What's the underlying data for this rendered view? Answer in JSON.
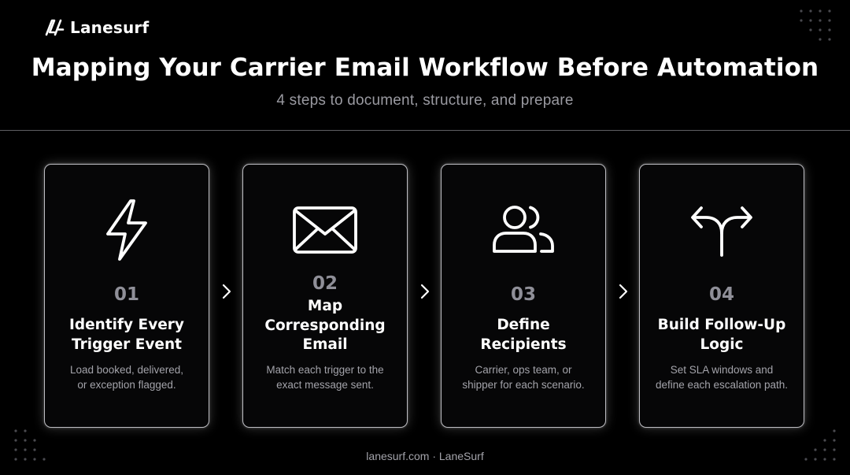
{
  "brand": {
    "name": "Lanesurf",
    "logo_icon": "lanesurf-logo-icon"
  },
  "header": {
    "title": "Mapping Your Carrier Email Workflow Before Automation",
    "subtitle": "4 steps to document, structure, and prepare"
  },
  "steps": [
    {
      "number": "01",
      "title": "Identify Every\nTrigger Event",
      "description": "Load booked, delivered,\nor exception flagged.",
      "icon": "lightning-bolt-icon"
    },
    {
      "number": "02",
      "title": "Map\nCorresponding\nEmail",
      "description": "Match each trigger to the\nexact message sent.",
      "icon": "envelope-icon"
    },
    {
      "number": "03",
      "title": "Define\nRecipients",
      "description": "Carrier, ops team, or\nshipper for each scenario.",
      "icon": "users-icon"
    },
    {
      "number": "04",
      "title": "Build Follow-Up\nLogic",
      "description": "Set SLA windows and\ndefine each escalation path.",
      "icon": "split-arrows-icon"
    }
  ],
  "footer": {
    "text": "lanesurf.com · LaneSurf"
  },
  "colors": {
    "background": "#000000",
    "text": "#ffffff",
    "muted_text": "#a3a3aa",
    "step_number": "#8f8f98",
    "card_border": "#bdbdc2"
  }
}
